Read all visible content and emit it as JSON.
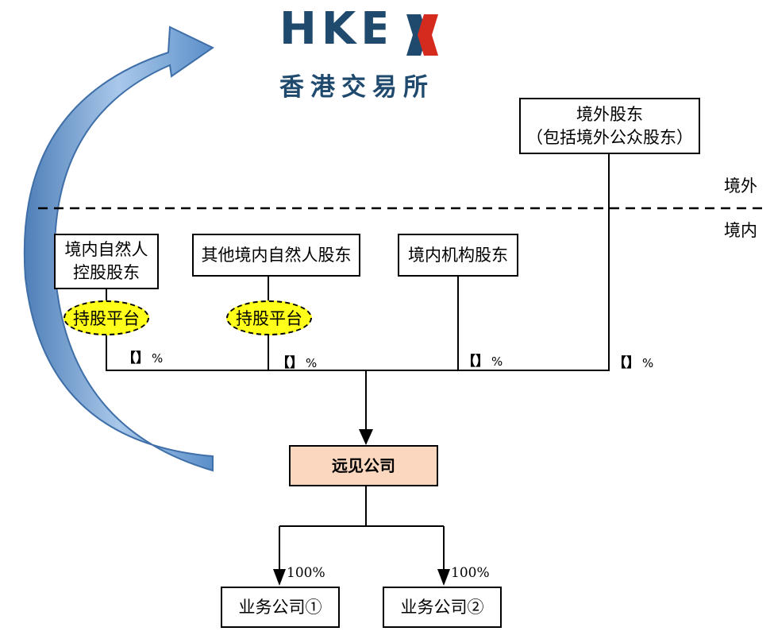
{
  "logo": {
    "word": "HKEX",
    "subtitle": "香港交易所"
  },
  "zones": {
    "offshore": "境外",
    "onshore": "境内"
  },
  "shareholders": {
    "offshore": {
      "line1": "境外股东",
      "line2": "（包括境外公众股东）"
    },
    "natural_controller": {
      "line1": "境内自然人",
      "line2": "控股股东"
    },
    "other_natural": "其他境内自然人股东",
    "institutional": "境内机构股东"
  },
  "holding_platform": "持股平台",
  "stake": {
    "bracket": "【】",
    "unit": "%"
  },
  "company": "远见公司",
  "subsidiaries": [
    {
      "name": "业务公司①",
      "share": "100%"
    },
    {
      "name": "业务公司②",
      "share": "100%"
    }
  ],
  "colors": {
    "company_fill": "#fad7be",
    "platform_fill": "#ffff1a",
    "arrow_blue": "#5b8fc9",
    "logo_navy": "#1f4a6e",
    "logo_red": "#d52b1e"
  }
}
